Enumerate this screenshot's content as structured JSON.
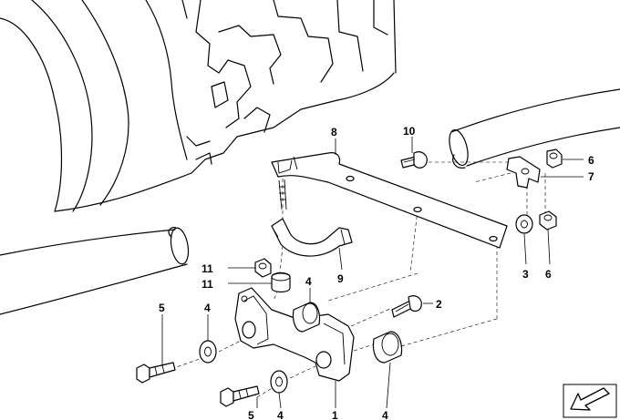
{
  "callouts": [
    {
      "id": "c8a",
      "label": "8"
    },
    {
      "id": "c10",
      "label": "10"
    },
    {
      "id": "c6a",
      "label": "6"
    },
    {
      "id": "c7",
      "label": "7"
    },
    {
      "id": "c3",
      "label": "3"
    },
    {
      "id": "c6b",
      "label": "6"
    },
    {
      "id": "c9",
      "label": "9"
    },
    {
      "id": "c11a",
      "label": "11"
    },
    {
      "id": "c11b",
      "label": "11"
    },
    {
      "id": "c4a",
      "label": "4"
    },
    {
      "id": "c2",
      "label": "2"
    },
    {
      "id": "c5a",
      "label": "5"
    },
    {
      "id": "c4b",
      "label": "4"
    },
    {
      "id": "c5b",
      "label": "5"
    },
    {
      "id": "c4c",
      "label": "4"
    },
    {
      "id": "c1",
      "label": "1"
    },
    {
      "id": "c4d",
      "label": "4"
    }
  ],
  "icons": {
    "direction": "direction-arrow-icon"
  }
}
